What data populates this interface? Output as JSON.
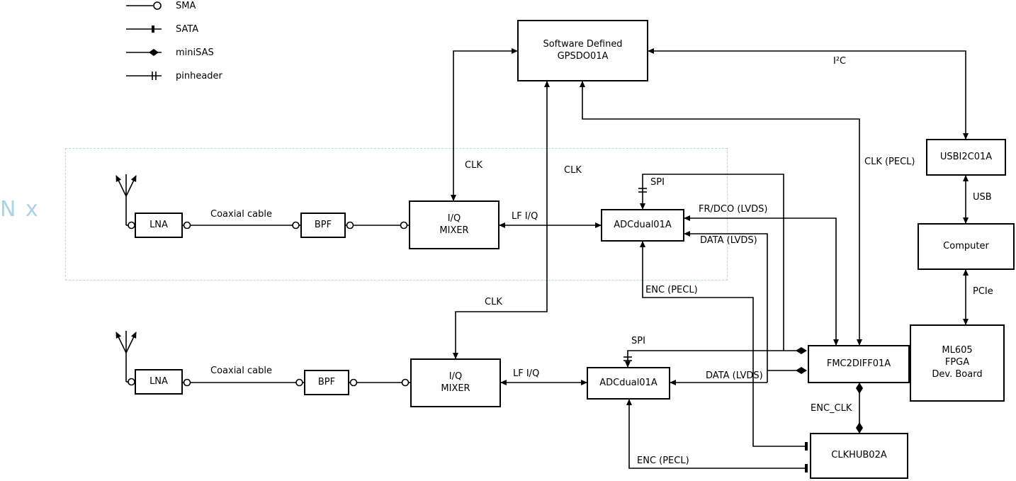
{
  "legend": {
    "items": [
      {
        "name": "sma",
        "label": "SMA"
      },
      {
        "name": "sata",
        "label": "SATA"
      },
      {
        "name": "minisas",
        "label": "miniSAS"
      },
      {
        "name": "pinheader",
        "label": "pinheader"
      }
    ]
  },
  "multiplier": {
    "label": "N x"
  },
  "blocks": {
    "gpsdo": {
      "line1": "Software Defined",
      "line2": "GPSDO01A"
    },
    "usbi2c": {
      "label": "USBI2C01A"
    },
    "computer": {
      "label": "Computer"
    },
    "ml605": {
      "line1": "ML605",
      "line2": "FPGA",
      "line3": "Dev. Board"
    },
    "fmc2diff": {
      "label": "FMC2DIFF01A"
    },
    "clkhub": {
      "label": "CLKHUB02A"
    },
    "chain1": {
      "lna": "LNA",
      "bpf": "BPF",
      "mixer_line1": "I/Q",
      "mixer_line2": "MIXER",
      "adc": "ADCdual01A"
    },
    "chain2": {
      "lna": "LNA",
      "bpf": "BPF",
      "mixer_line1": "I/Q",
      "mixer_line2": "MIXER",
      "adc": "ADCdual01A"
    }
  },
  "labels": {
    "coax1": "Coaxial cable",
    "coax2": "Coaxial cable",
    "clk_mixer1": "CLK",
    "clk_drop": "CLK",
    "clk_mixer2": "CLK",
    "lfiq1": "LF I/Q",
    "lfiq2": "LF I/Q",
    "spi1": "SPI",
    "spi2": "SPI",
    "frdco1": "FR/DCO (LVDS)",
    "data1": "DATA (LVDS)",
    "data2": "DATA (LVDS)",
    "enc1": "ENC (PECL)",
    "enc2": "ENC (PECL)",
    "clk_pecl": "CLK (PECL)",
    "i2c": "I²C",
    "usb": "USB",
    "pcie": "PCIe",
    "enc_clk": "ENC_CLK"
  },
  "colors": {
    "line": "#000000",
    "dashed_region": "#b9d7e9",
    "multiplier_text": "#abd2e6",
    "background": "#ffffff"
  }
}
